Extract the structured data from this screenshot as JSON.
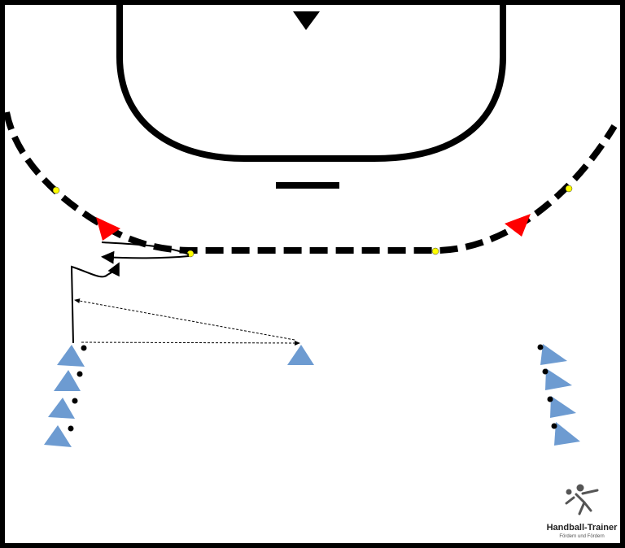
{
  "diagram": {
    "colors": {
      "court_line": "#000000",
      "background": "#ffffff",
      "defender": "#ff0000",
      "attacker": "#6d9bd1",
      "ball_marker": "#000000",
      "cone": "#ffff00",
      "pass_line": "#000000"
    },
    "players": {
      "goalkeeper": {
        "role": "goalkeeper",
        "shape": "triangle-down"
      },
      "defenders": [
        {
          "role": "defender-left"
        },
        {
          "role": "defender-right"
        }
      ],
      "attackers_left_queue": 4,
      "attackers_right_queue": 4,
      "attacker_center": {
        "role": "passer"
      }
    },
    "cones_count": 4,
    "icons": [
      "goal-area-line",
      "free-throw-line",
      "seven-meter-line",
      "run-path-arrow",
      "pass-arrow"
    ]
  },
  "logo": {
    "title": "Handball-Trainer",
    "subtitle": "Fördern und Fördern",
    "icon": "handball-player-icon"
  }
}
